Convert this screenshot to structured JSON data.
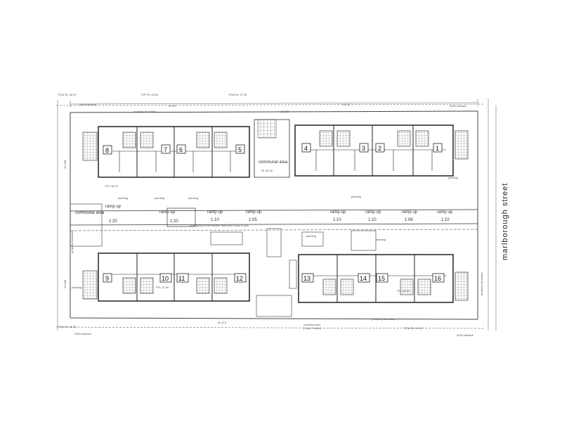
{
  "plan": {
    "street_name": "marlborough street",
    "labels": {
      "property_boundary_top": "property boundary",
      "property_boundary_bottom": "property boundary",
      "property_boundary_left": "property boundary",
      "property_boundary_right": "property boundary",
      "communal_area_top": "communal area",
      "communal_area_left": "communal area",
      "communal_area_top_rl": "RL 48.00",
      "underground_note": "underground stormwater detention tanks & tank",
      "recycling_bins": "recycling bins",
      "bins_note": "(1 per 2 units)",
      "dims_top": "61.227",
      "dims_top_left": "41.50",
      "dims_top_mid": "41.50",
      "dims_bottom": "61.213",
      "left_dim_top": "20.188",
      "left_dim_bottom": "20.188",
      "setback_tl": "2400 setback",
      "setback_tr": "2400 setback",
      "setback_bl": "3000 setback",
      "setback_br": "3000 setback"
    },
    "ramps": [
      {
        "name": "ramp-1",
        "top": "ramp up",
        "bottom": "1:20"
      },
      {
        "name": "ramp-2",
        "top": "ramp up",
        "bottom": "1:20"
      },
      {
        "name": "ramp-3",
        "top": "ramp up",
        "bottom": "1:10"
      },
      {
        "name": "ramp-4",
        "top": "ramp up",
        "bottom": "1:05"
      },
      {
        "name": "ramp-5",
        "top": "ramp up",
        "bottom": "1:10"
      },
      {
        "name": "ramp-6",
        "top": "ramp up",
        "bottom": "1:10"
      },
      {
        "name": "ramp-7",
        "top": "ramp up",
        "bottom": "1:06"
      },
      {
        "name": "ramp-8",
        "top": "ramp up",
        "bottom": "1:10"
      }
    ],
    "planting": [
      "planting",
      "planting",
      "planting",
      "planting",
      "planting",
      "planting",
      "planting",
      "planting"
    ],
    "units_top": [
      "8",
      "7",
      "6",
      "5",
      "4",
      "3",
      "2",
      "1"
    ],
    "units_bottom": [
      "9",
      "10",
      "11",
      "12",
      "13",
      "14",
      "15",
      "16"
    ],
    "rl_notes": [
      "TOW RL 48.30",
      "TOP RL 48.50",
      "TOW RL 47.95",
      "FFL 48.20",
      "TOW RL 46.90",
      "FFL 47.60",
      "TOW RL 49.10",
      "FFL 48.60"
    ]
  }
}
